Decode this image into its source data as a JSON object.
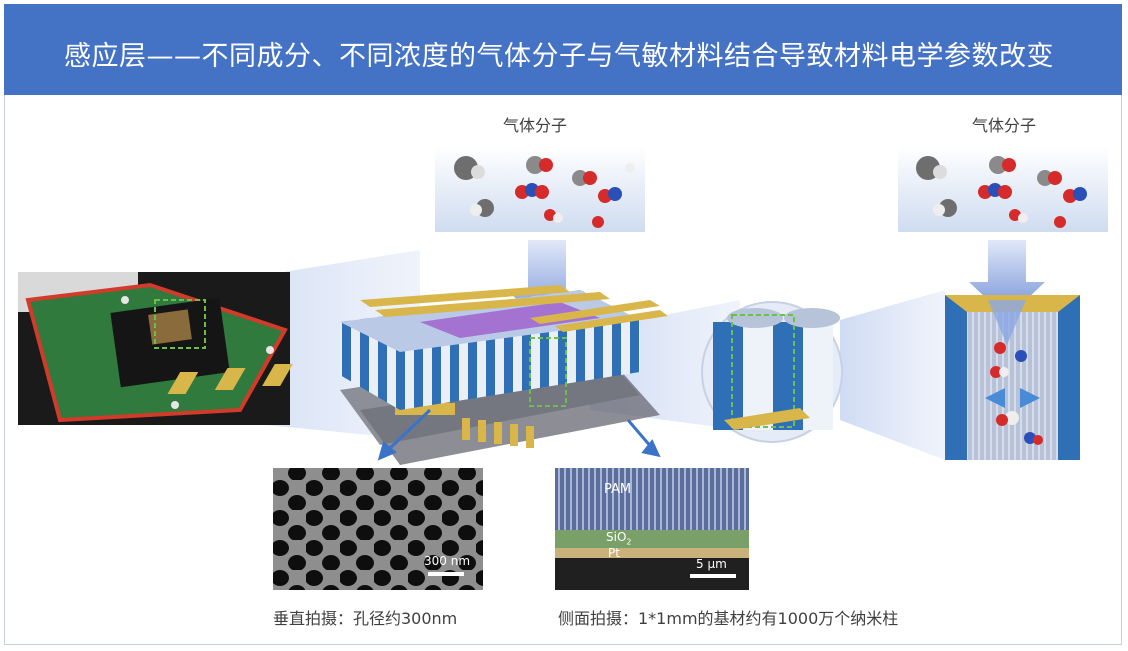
{
  "title": "感应层——不同成分、不同浓度的气体分子与气敏材料结合导致材料电学参数改变",
  "gas_label_center": "气体分子",
  "gas_label_right": "气体分子",
  "sem_top": {
    "scale_label": "300 nm",
    "caption": "垂直拍摄：孔径约300nm"
  },
  "sem_side": {
    "layer_pam": "PAM",
    "layer_sio2": "SiO",
    "layer_sio2_sub": "2",
    "layer_pt": "Pt",
    "scale_label": "5 μm",
    "caption": "侧面拍摄：1*1mm的基材约有1000万个纳米柱"
  },
  "colors": {
    "banner": "#4472c4",
    "pillar_blue": "#2e6fb6",
    "electrode_gold": "#d9b64a",
    "chip_border_red": "#d23a2a",
    "board_green": "#2f7a3c",
    "arrow_blue": "#3b73c9"
  }
}
